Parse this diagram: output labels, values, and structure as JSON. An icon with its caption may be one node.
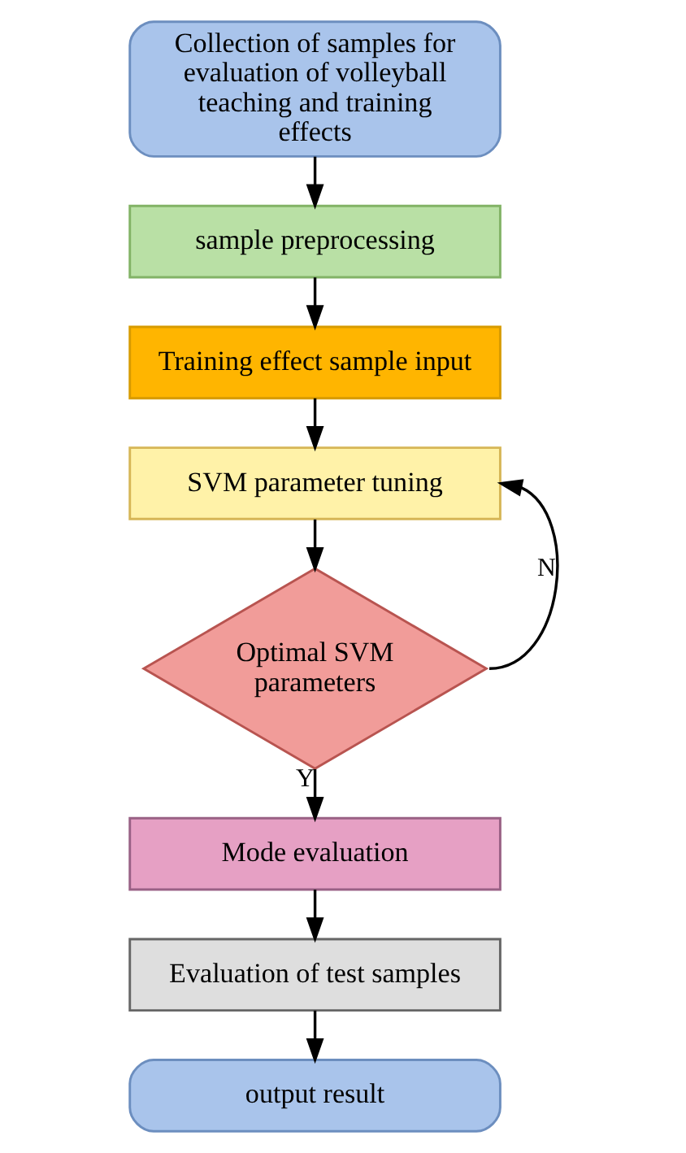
{
  "diagram": {
    "nodes": [
      {
        "text": [
          "Collection of samples for evaluation of volleyball teaching and training effects"
        ]
      },
      {
        "text": [
          "sample preprocessing"
        ]
      },
      {
        "text": [
          "Training effect sample input"
        ]
      },
      {
        "text": [
          "SVM parameter tuning"
        ]
      },
      {
        "text": [
          "Optimal SVM parameters"
        ]
      },
      {
        "text": [
          "Mode evaluation"
        ]
      },
      {
        "text": [
          "Evaluation of test samples"
        ]
      },
      {
        "text": [
          "output result"
        ]
      }
    ],
    "edges": [
      {
        "from": 0,
        "to": 1,
        "arrow": "to"
      },
      {
        "from": 1,
        "to": 2,
        "arrow": "to"
      },
      {
        "from": 2,
        "to": 3,
        "arrow": "to"
      },
      {
        "from": 3,
        "to": 4,
        "arrow": "to"
      },
      {
        "from": 4,
        "to": 5,
        "arrow": "to",
        "label": "Y"
      },
      {
        "from": 4,
        "to": 3,
        "arrow": "to",
        "label": "N"
      },
      {
        "from": 5,
        "to": 6,
        "arrow": "to"
      },
      {
        "from": 6,
        "to": 7,
        "arrow": "to"
      }
    ]
  }
}
